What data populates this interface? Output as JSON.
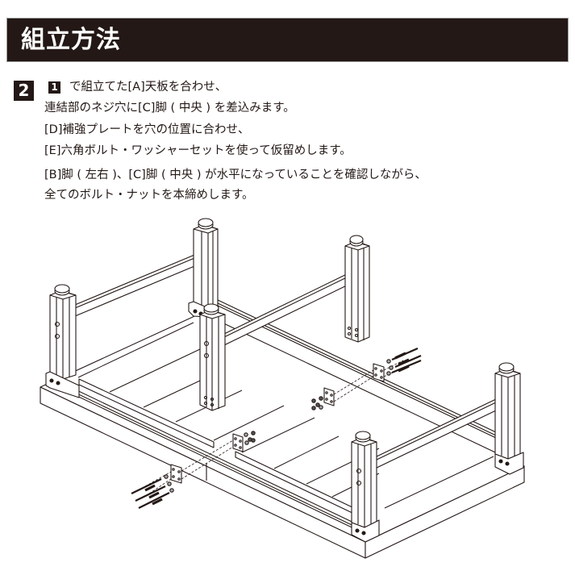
{
  "header": {
    "title": "組立方法",
    "background_color": "#231815",
    "text_color": "#ffffff"
  },
  "step": {
    "number": "2",
    "ref_step": "1",
    "lines": [
      "で組立てた[A]天板を合わせ、",
      "連結部のネジ穴に[C]脚 ( 中央 ) を差込みます。",
      "[D]補強プレートを穴の位置に合わせ、",
      "[E]六角ボルト・ワッシャーセットを使って仮留めします。",
      "[B]脚 ( 左右 )、[C]脚 ( 中央 ) が水平になっていることを確認しながら、",
      "全てのボルト・ナットを本締めします。"
    ]
  },
  "illustration": {
    "description": "Isometric line drawing of an upside-down table: tabletop [A] with six legs ([B] left/right, [C] center), stretcher bars, reinforcement plates [D] and hex bolt/washer sets [E] being inserted at the center joint",
    "line_color": "#231815"
  }
}
